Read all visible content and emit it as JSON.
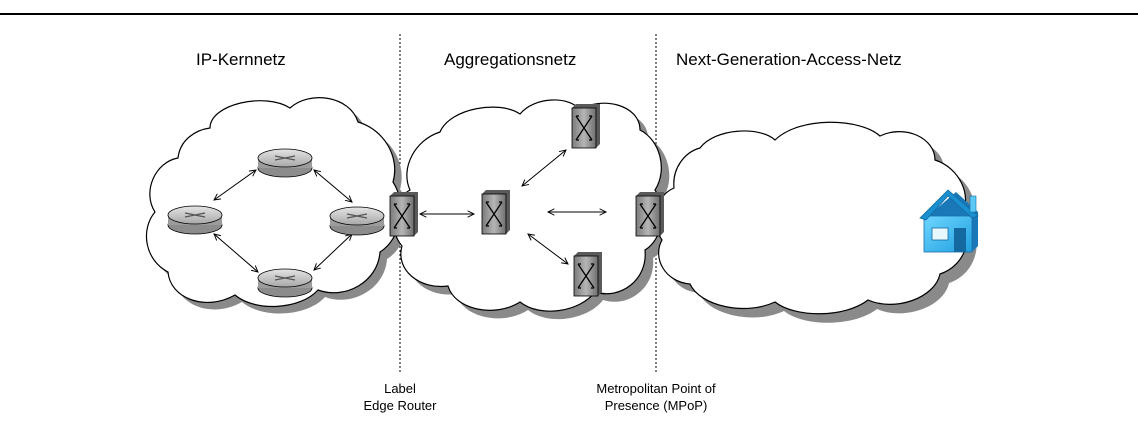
{
  "regions": {
    "core": "IP-Kernnetz",
    "aggregation": "Aggregationsnetz",
    "access": "Next-Generation-Access-Netz"
  },
  "boundaries": {
    "ler": {
      "line1": "Label",
      "line2": "Edge Router"
    },
    "mpop": {
      "line1": "Metropolitan Point of",
      "line2": "Presence (MPoP)"
    }
  },
  "colors": {
    "router_fill": "#c8c8c8",
    "switch_fill": "#9a9a9a",
    "cloud_shadow": "#8a8a8a",
    "house_fill": "#2fb8f0",
    "house_roof": "#1a8fd0"
  },
  "icons": {
    "router": "router-icon",
    "switch": "switch-icon",
    "home": "home-icon"
  }
}
